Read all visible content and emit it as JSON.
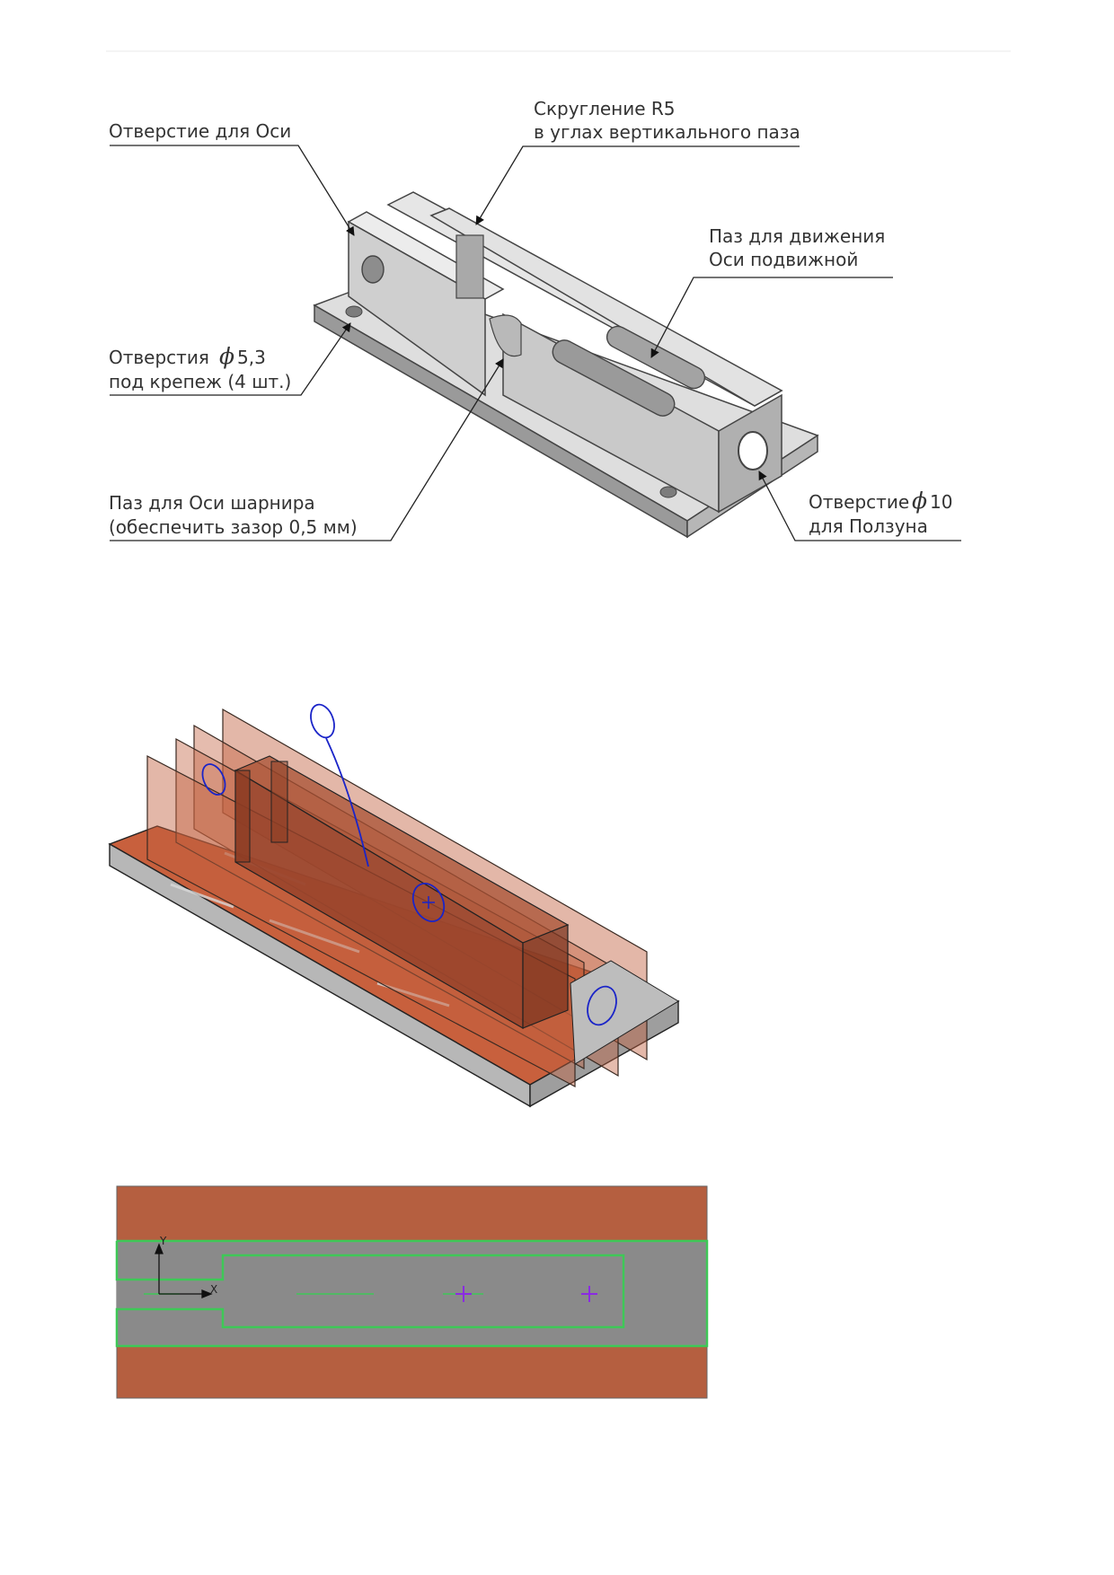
{
  "labels": {
    "axis_hole": "Отверстие для Оси",
    "fillet_line1": "Скругление R5",
    "fillet_line2": "в углах вертикального паза",
    "slot_line1": "Паз для движения",
    "slot_line2": "Оси подвижной",
    "mount_line1": "Отверстия",
    "mount_symbol": "ϕ",
    "mount_value": "5,3",
    "mount_line2": "под крепеж (4 шт.)",
    "hinge_line1": "Паз для Оси шарнира",
    "hinge_line2": "(обеспечить зазор 0,5 мм)",
    "slider_line1_prefix": "Отверстие",
    "slider_symbol": "ϕ",
    "slider_value": "10",
    "slider_line2": "для Ползуна"
  },
  "sketch_axes": {
    "x": "X",
    "y": "Y"
  },
  "colors": {
    "metal": "#d0d0d0",
    "plane_orange": "#c2603e",
    "sketch_green": "#3ec857",
    "sketch_gray": "#8a8a8a",
    "sketch_blue": "#1a24c8",
    "point_purple": "#8a2be2"
  }
}
